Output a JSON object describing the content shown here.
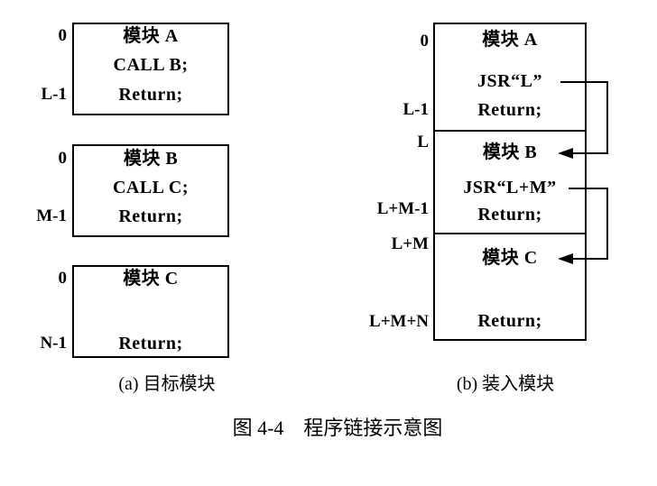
{
  "page": {
    "background_color": "#ffffff",
    "ink_color": "#000000"
  },
  "figure_title": "图 4-4　程序链接示意图",
  "left_panel": {
    "caption": "(a) 目标模块",
    "modules": [
      {
        "title": "模块 A",
        "body": "CALL B;",
        "footer": "Return;",
        "addr_top": "0",
        "addr_bottom": "L-1"
      },
      {
        "title": "模块 B",
        "body": "CALL C;",
        "footer": "Return;",
        "addr_top": "0",
        "addr_bottom": "M-1"
      },
      {
        "title": "模块 C",
        "body": "",
        "footer": "Return;",
        "addr_top": "0",
        "addr_bottom": "N-1"
      }
    ]
  },
  "right_panel": {
    "caption": "(b) 装入模块",
    "sections": [
      {
        "title": "模块 A",
        "body": "JSR“L”",
        "footer": "Return;"
      },
      {
        "title": "模块 B",
        "body": "JSR“L+M”",
        "footer": "Return;"
      },
      {
        "title": "模块 C",
        "body": "",
        "footer": "Return;"
      }
    ],
    "address_labels": [
      "0",
      "L-1",
      "L",
      "L+M-1",
      "L+M",
      "L+M+N"
    ]
  }
}
